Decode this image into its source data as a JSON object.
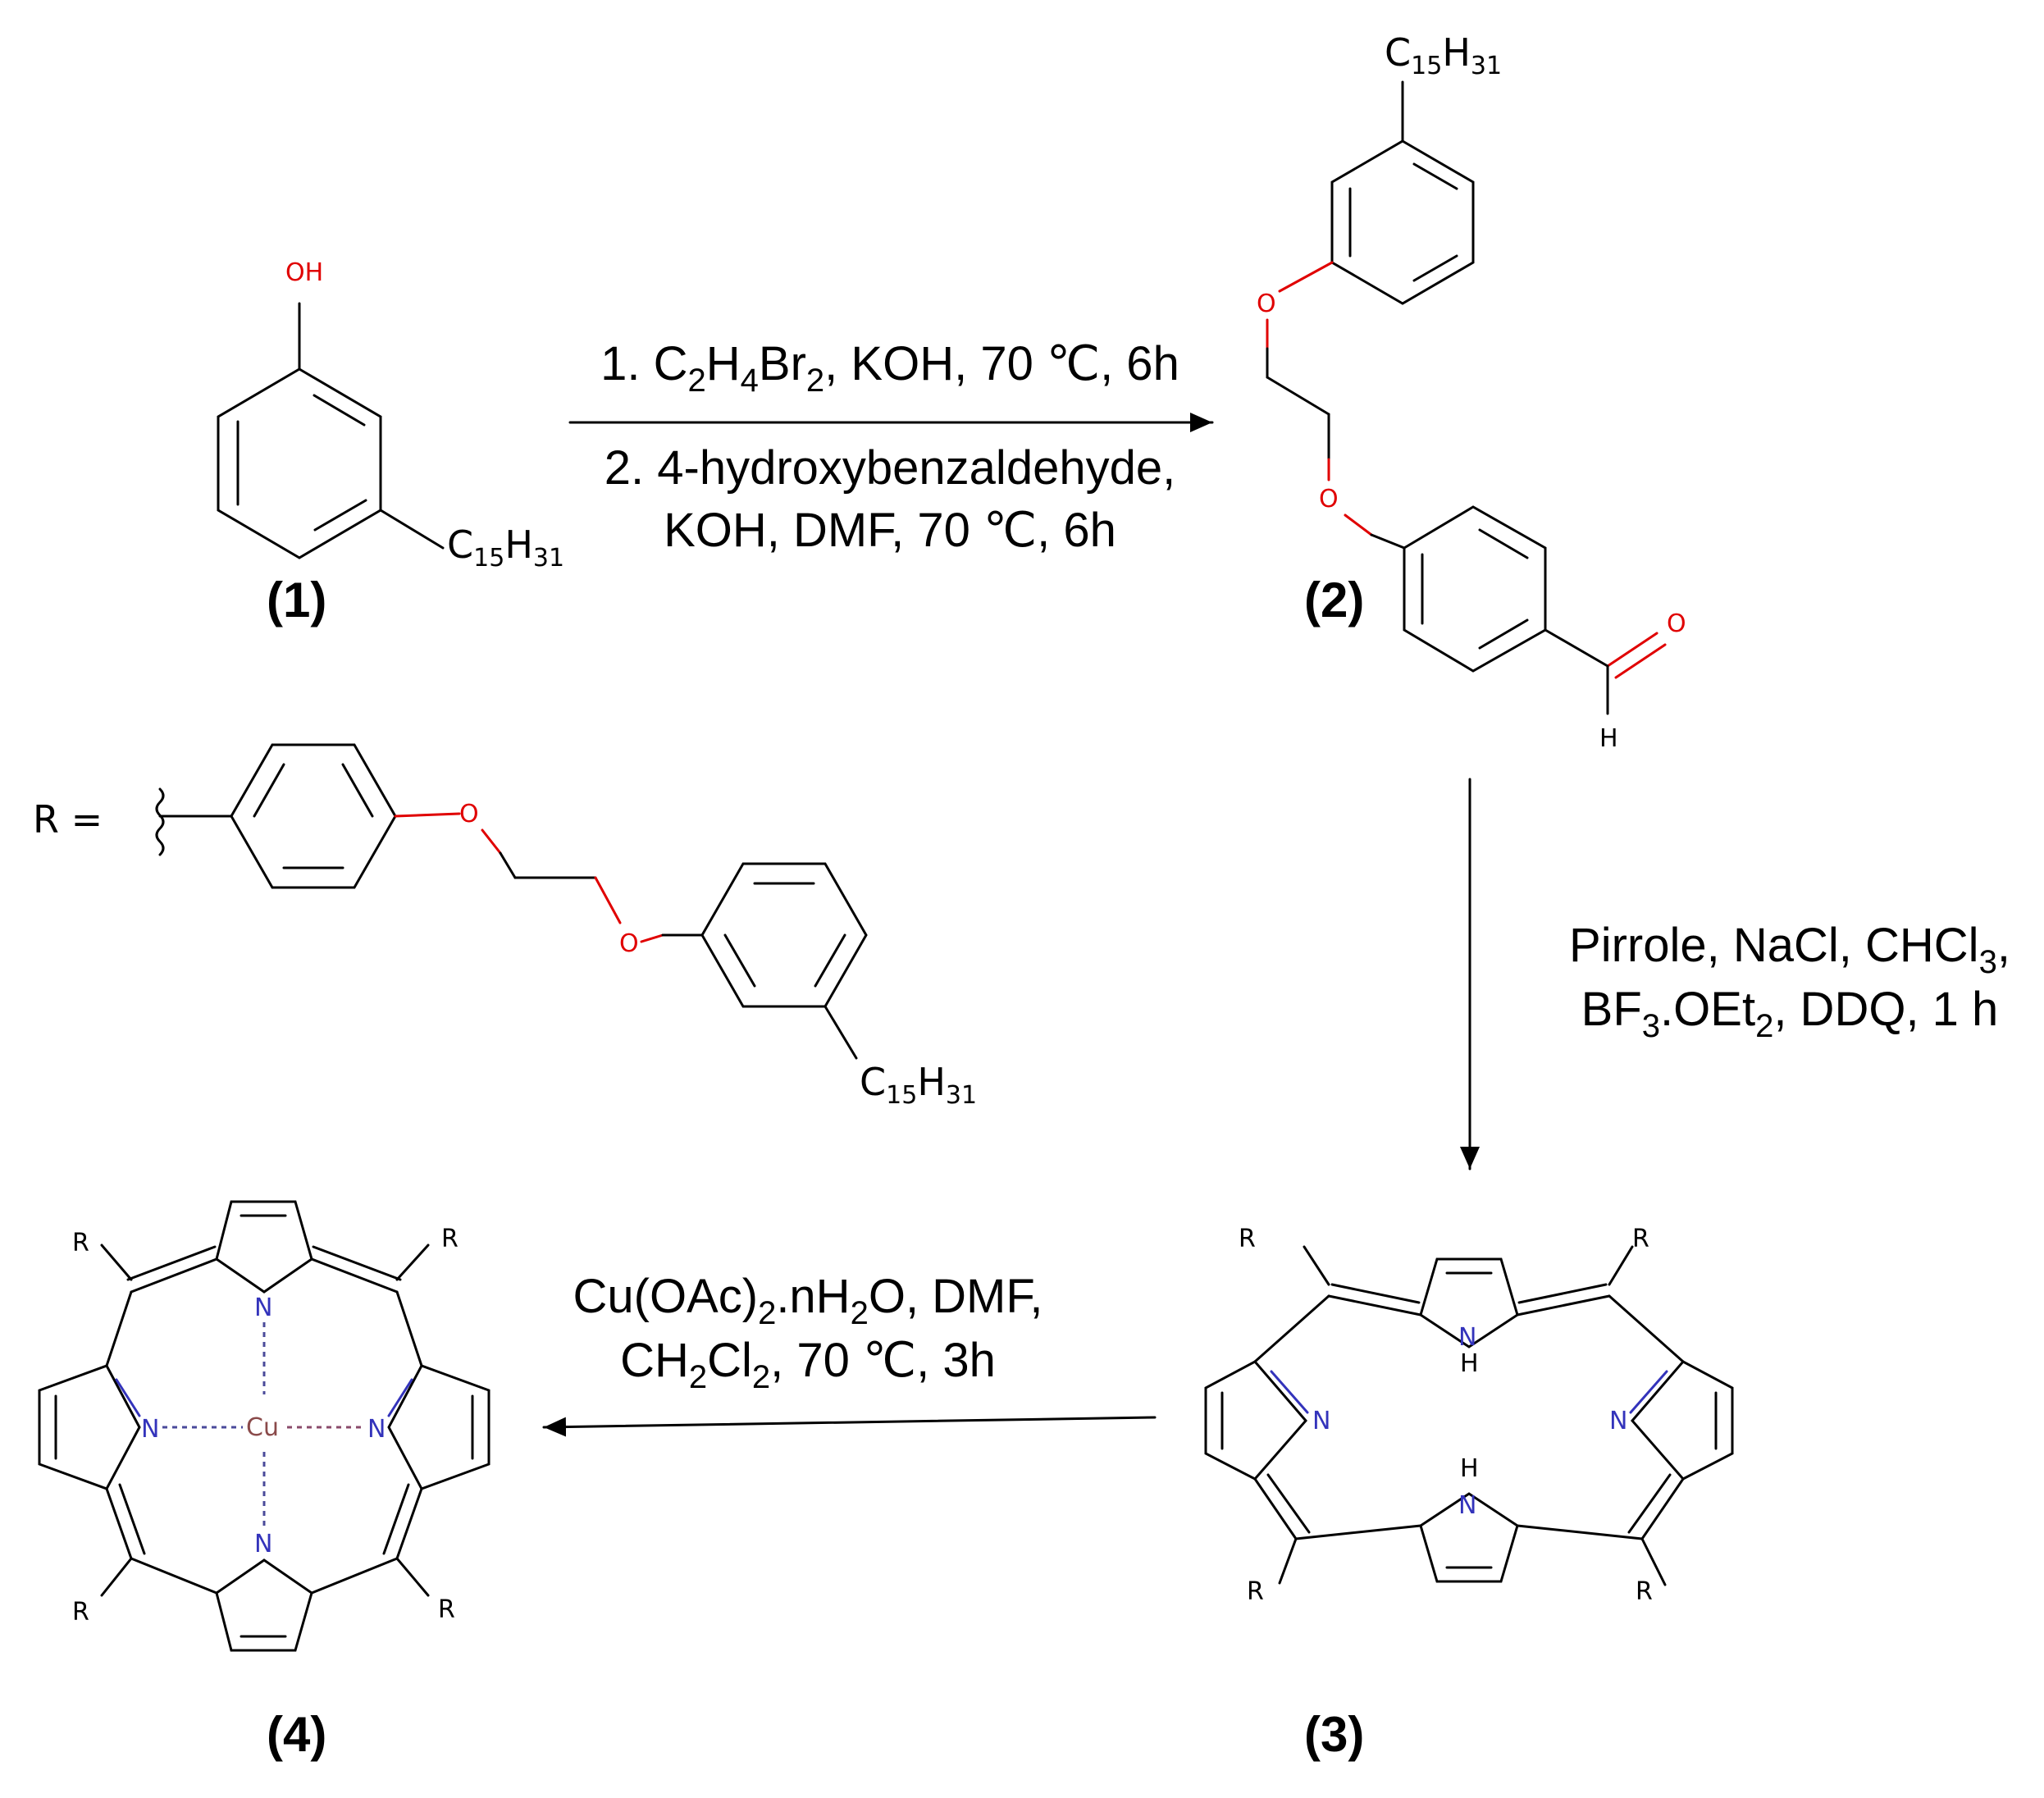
{
  "compounds": {
    "c1": {
      "label": "(1)",
      "oh": "OH",
      "sub": "C15H31"
    },
    "c2": {
      "label": "(2)",
      "sub": "C15H31",
      "o1": "O",
      "o2": "O",
      "o3": "O",
      "h": "H"
    },
    "c3": {
      "label": "(3)",
      "nh": "N",
      "h": "H"
    },
    "c4": {
      "label": "(4)",
      "cu": "Cu",
      "n": "N"
    },
    "r_def": {
      "prefix": "R =",
      "o1": "O",
      "o2": "O",
      "sub": "C15H31"
    },
    "r": "R"
  },
  "steps": {
    "step1": {
      "line1": "1. C2H4Br2, KOH, 70 ℃, 6h",
      "line2": "2. 4-hydroxybenzaldehyde,",
      "line3": "KOH, DMF, 70 ℃, 6h"
    },
    "step2": {
      "line1": "Pirrole, NaCl, CHCl3,",
      "line2": "BF3.OEt2, DDQ, 1 h"
    },
    "step3": {
      "line1": "Cu(OAc)2.nH2O, DMF,",
      "line2": "CH2Cl2, 70 ℃, 3h"
    }
  }
}
